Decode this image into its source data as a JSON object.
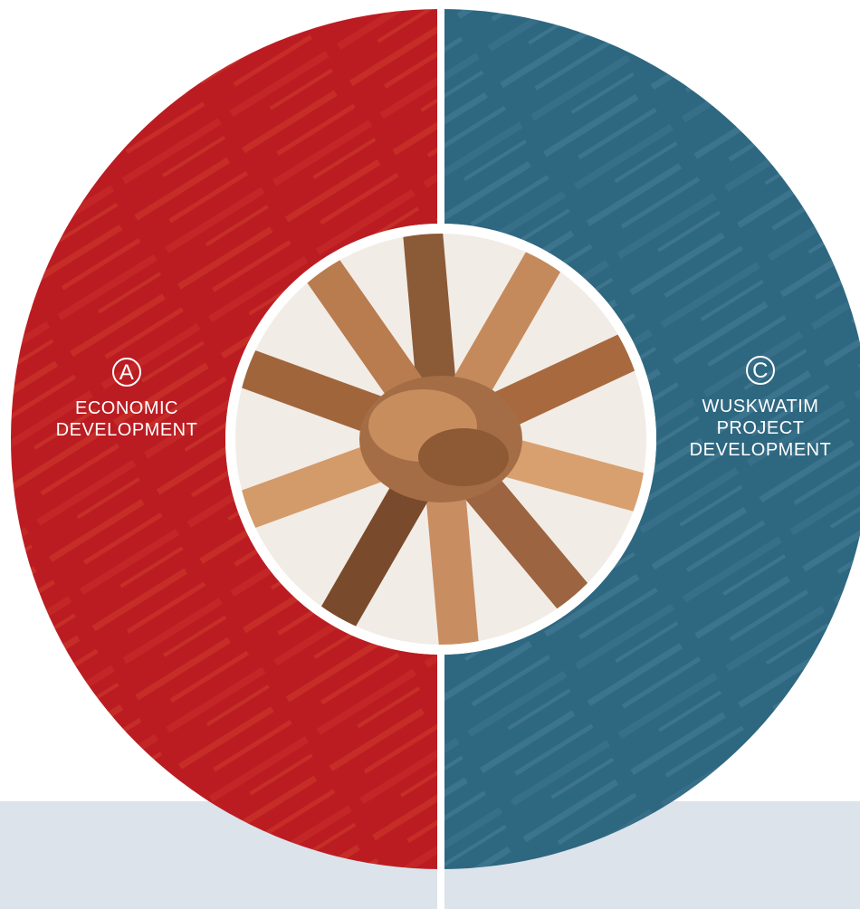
{
  "segments": [
    {
      "id": "A",
      "letter": "A",
      "lines": [
        "ECONOMIC",
        "DEVELOPMENT"
      ],
      "color": "#bb1c22"
    },
    {
      "id": "C",
      "letter": "C",
      "lines": [
        "WUSKWATIM",
        "PROJECT",
        "DEVELOPMENT"
      ],
      "color": "#2e6780"
    }
  ],
  "center_image": {
    "subject": "stacked-hands-photo"
  },
  "colors": {
    "divider": "#ffffff",
    "background_band": "#dde3ea"
  }
}
